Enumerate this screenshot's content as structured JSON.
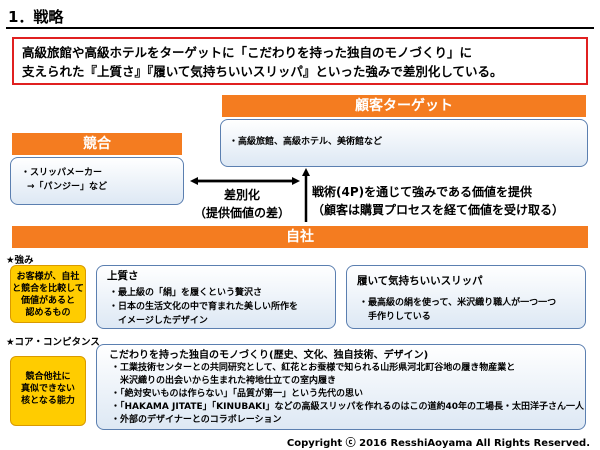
{
  "title": "1．戦略",
  "banner": {
    "line1": "高級旅館や高級ホテルをターゲットに「こだわりを持った独自のモノづくり」に",
    "line2": "支えられた『上質さ』『履いて気持ちいいスリッパ』といった強みで差別化している。"
  },
  "customer_target": {
    "label": "顧客ターゲット",
    "content": "・高級旅館、高級ホテル、美術館など"
  },
  "competition": {
    "label": "競合",
    "line1": "・スリッパメーカー",
    "line2": "→「パンジー」など"
  },
  "differentiation": {
    "line1": "差別化",
    "line2": "（提供価値の差）"
  },
  "value_offer": {
    "line1": "戦術(4P)を通じて強みである価値を提供",
    "line2": "（顧客は購買プロセスを経て価値を受け取る）"
  },
  "company": {
    "label": "自社"
  },
  "strength": {
    "label": "★強み",
    "yellow": [
      "お客様が、自社",
      "と競合を比較して",
      "価値があると",
      "認めるもの"
    ],
    "quality": {
      "title": "上質さ",
      "items": [
        "・最上級の「絹」を履くという贅沢さ",
        "・日本の生活文化の中で育まれた美しい所作を",
        "　イメージしたデザイン"
      ]
    },
    "comfortable": {
      "title": "履いて気持ちいいスリッパ",
      "items": [
        "・最高級の絹を使って、米沢織り職人が一つ一つ",
        "　手作りしている"
      ]
    }
  },
  "core": {
    "label": "★コア・コンピタンス",
    "yellow": [
      "競合他社に",
      "真似できない",
      "核となる能力"
    ],
    "title": "こだわりを持った独自のモノづくり(歴史、文化、独自技術、デザイン)",
    "items": [
      "・工業技術センターとの共同研究として、紅花とお蚕様で知られる山形県河北町谷地の履き物産業と",
      "　米沢織りの出会いから生まれた袴地仕立ての室内履き",
      "・「絶対安いものは作らない」「品質が第一」という先代の思い",
      "・「HAKAMA JITATE」「KINUBAKI」などの高級スリッパを作れるのはこの道約40年の工場長・太田洋子さん一人",
      "・外部のデザイナーとのコラボレーション"
    ]
  },
  "copyright": "Copyright ⓒ 2016 ResshiAoyama All Rights Reserved."
}
